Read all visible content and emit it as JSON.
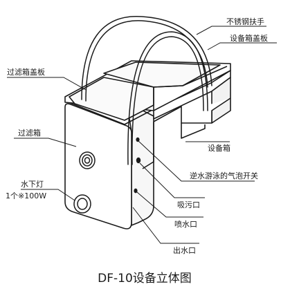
{
  "caption": "DF-10设备立体图",
  "labels": {
    "handrail": "不锈钢扶手",
    "equipment_lid": "设备箱盖板",
    "filter_lid": "过滤箱盖板",
    "filter_box": "过滤箱",
    "equipment_box": "设备箱",
    "bubble_switch": "逆水游泳的气泡开关",
    "underwater_light": "水下灯",
    "light_spec": "1个※100W",
    "suction_port": "吸污口",
    "spray_port": "喷水口",
    "outlet_port": "出水口"
  }
}
